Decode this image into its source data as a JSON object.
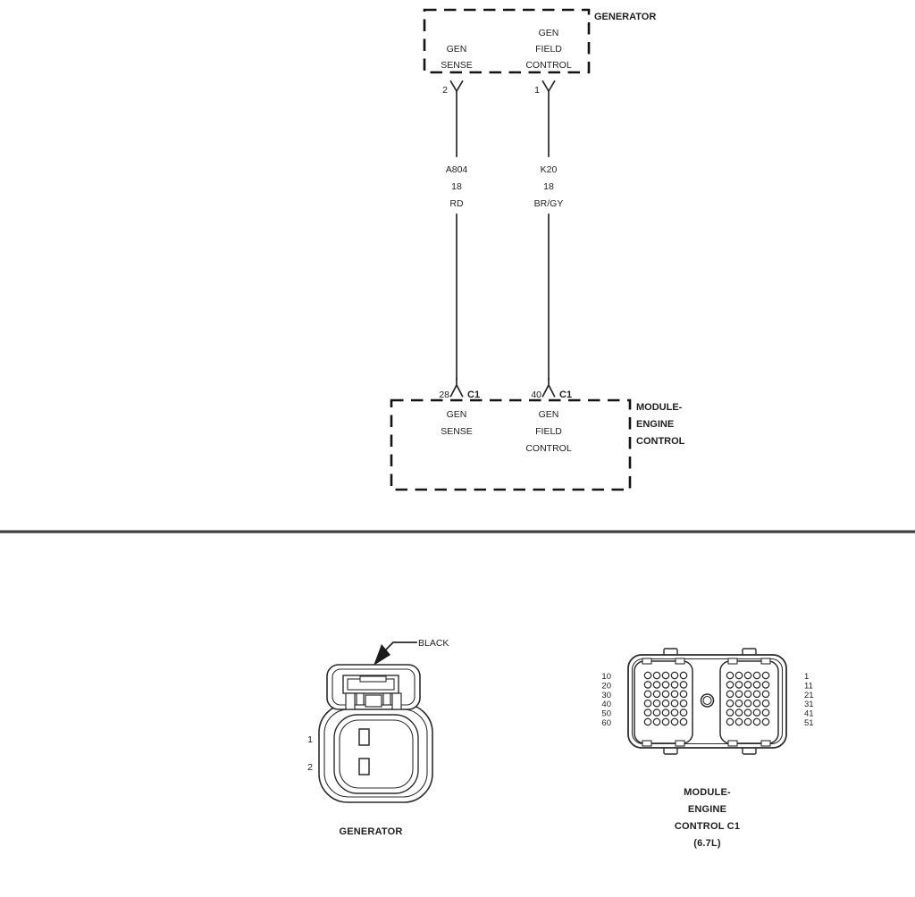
{
  "colors": {
    "background": "#ffffff",
    "line": "#272727",
    "dashed_box": "#141414",
    "separator": "#3f3f3f",
    "text": "#1e1e1e"
  },
  "schematic": {
    "generator": {
      "title": "GENERATOR",
      "pins": [
        {
          "number": "2",
          "line1": "GEN",
          "line2": "SENSE"
        },
        {
          "number": "1",
          "line1": "GEN",
          "line2": "FIELD",
          "line3": "CONTROL"
        }
      ]
    },
    "wires": [
      {
        "circuit": "A804",
        "gauge": "18",
        "color": "RD"
      },
      {
        "circuit": "K20",
        "gauge": "18",
        "color": "BR/GY"
      }
    ],
    "module": {
      "title_line1": "MODULE-",
      "title_line2": "ENGINE",
      "title_line3": "CONTROL",
      "pins": [
        {
          "number": "28",
          "connector": "C1",
          "line1": "GEN",
          "line2": "SENSE"
        },
        {
          "number": "40",
          "connector": "C1",
          "line1": "GEN",
          "line2": "FIELD",
          "line3": "CONTROL"
        }
      ]
    }
  },
  "connector_views": {
    "generator": {
      "callout": "BLACK",
      "pin1": "1",
      "pin2": "2",
      "caption": "GENERATOR"
    },
    "module_c1": {
      "left_pins": [
        "10",
        "20",
        "30",
        "40",
        "50",
        "60"
      ],
      "right_pins": [
        "1",
        "11",
        "21",
        "31",
        "41",
        "51"
      ],
      "caption_line1": "MODULE-",
      "caption_line2": "ENGINE",
      "caption_line3": "CONTROL C1",
      "caption_line4": "(6.7L)"
    }
  }
}
